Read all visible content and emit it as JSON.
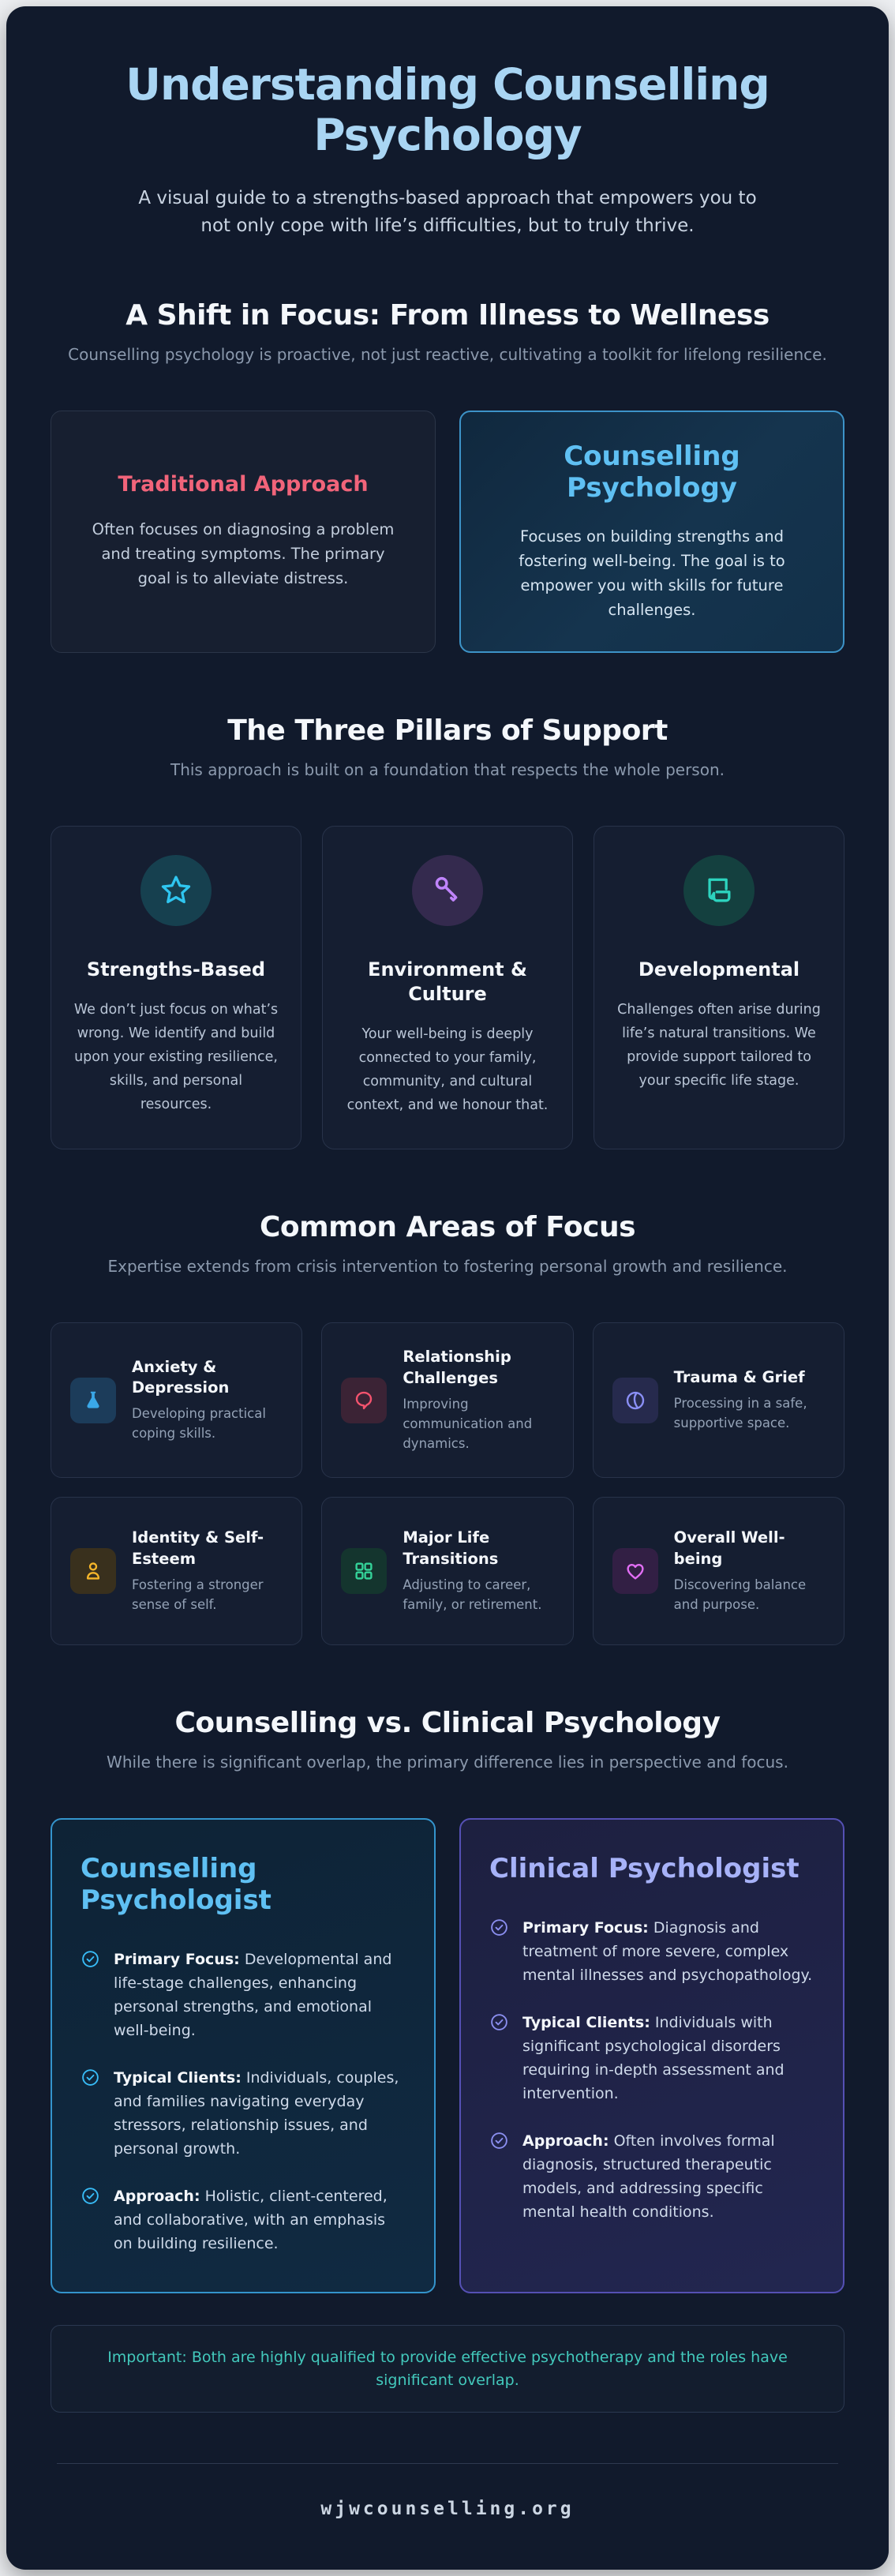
{
  "header": {
    "title": "Understanding Counselling Psychology",
    "subtitle": "A visual guide to a strengths-based approach that empowers you to not only cope with life’s difficulties, but to truly thrive."
  },
  "shift": {
    "heading": "A Shift in Focus: From Illness to Wellness",
    "subheading": "Counselling psychology is proactive, not just reactive, cultivating a toolkit for lifelong resilience.",
    "traditional": {
      "title": "Traditional Approach",
      "body": "Often focuses on diagnosing a problem and treating symptoms. The primary goal is to alleviate distress."
    },
    "counselling": {
      "title": "Counselling Psychology",
      "body": "Focuses on building strengths and fostering well-being. The goal is to empower you with skills for future challenges."
    }
  },
  "pillars": {
    "heading": "The Three Pillars of Support",
    "subheading": "This approach is built on a foundation that respects the whole person.",
    "cards": [
      {
        "icon": "star-icon",
        "title": "Strengths-Based",
        "body": "We don’t just focus on what’s wrong. We identify and build upon your existing resilience, skills, and personal resources."
      },
      {
        "icon": "key-icon",
        "title": "Environment & Culture",
        "body": "Your well-being is deeply connected to your family, community, and cultural context, and we honour that."
      },
      {
        "icon": "book-icon",
        "title": "Developmental",
        "body": "Challenges often arise during life’s natural transitions. We provide support tailored to your specific life stage."
      }
    ]
  },
  "areas": {
    "heading": "Common Areas of Focus",
    "subheading": "Expertise extends from crisis intervention to fostering personal growth and resilience.",
    "cards": [
      {
        "icon": "flask-icon",
        "title": "Anxiety & Depression",
        "body": "Developing practical coping skills."
      },
      {
        "icon": "chat-bubble-icon",
        "title": "Relationship Challenges",
        "body": "Improving communication and dynamics."
      },
      {
        "icon": "calm-circle-icon",
        "title": "Trauma & Grief",
        "body": "Processing in a safe, supportive space."
      },
      {
        "icon": "person-icon",
        "title": "Identity & Self-Esteem",
        "body": "Fostering a stronger sense of self."
      },
      {
        "icon": "grid-icon",
        "title": "Major Life Transitions",
        "body": "Adjusting to career, family, or retirement."
      },
      {
        "icon": "heart-icon",
        "title": "Overall Well-being",
        "body": "Discovering balance and purpose."
      }
    ]
  },
  "compare": {
    "heading": "Counselling vs. Clinical Psychology",
    "subheading": "While there is significant overlap, the primary difference lies in perspective and focus.",
    "counselling": {
      "title": "Counselling Psychologist",
      "items": [
        {
          "label": "Primary Focus:",
          "text": "Developmental and life-stage challenges, enhancing personal strengths, and emotional well-being."
        },
        {
          "label": "Typical Clients:",
          "text": "Individuals, couples, and families navigating everyday stressors, relationship issues, and personal growth."
        },
        {
          "label": "Approach:",
          "text": "Holistic, client-centered, and collaborative, with an emphasis on building resilience."
        }
      ]
    },
    "clinical": {
      "title": "Clinical Psychologist",
      "items": [
        {
          "label": "Primary Focus:",
          "text": "Diagnosis and treatment of more severe, complex mental illnesses and psychopathology."
        },
        {
          "label": "Typical Clients:",
          "text": "Individuals with significant psychological disorders requiring in-depth assessment and intervention."
        },
        {
          "label": "Approach:",
          "text": "Often involves formal diagnosis, structured therapeutic models, and addressing specific mental health conditions."
        }
      ]
    }
  },
  "note": {
    "text": "Important: Both are highly qualified to provide effective psychotherapy and the roles have significant overlap."
  },
  "footer": {
    "site": "wjwcounselling.org"
  },
  "colors": {
    "page_background": "#111a2c",
    "title_blue": "#a9d5f3",
    "traditional_red": "#f1647a",
    "counselling_blue": "#5fc0f3",
    "clinical_lavender": "#a7b2f8",
    "pillar_star_cyan": "#2fc6f0",
    "pillar_key_purple": "#c084fc",
    "pillar_book_teal": "#2dd4bf",
    "area_flask_blue": "#3aa8e8",
    "area_chat_rose": "#f4536e",
    "area_circle_indigo": "#8a8ff5",
    "area_person_amber": "#f5b52a",
    "area_grid_emerald": "#34d399",
    "area_heart_fuchsia": "#e26ef5",
    "note_teal": "#43c9bc"
  }
}
